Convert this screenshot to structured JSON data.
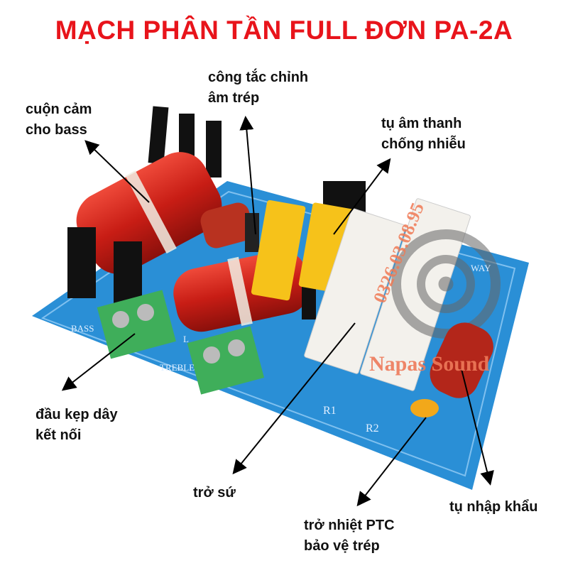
{
  "title": "MẠCH PHÂN TẦN FULL ĐƠN PA-2A",
  "labels": {
    "bass_coil": [
      "cuộn cảm",
      "cho bass"
    ],
    "treble_switch": [
      "công tắc chỉnh",
      "âm trép"
    ],
    "noise_cap": [
      "tụ âm thanh",
      "chống nhiễu"
    ],
    "terminals": [
      "đầu kẹp dây",
      "kết nối"
    ],
    "ceramic_resistor": [
      "trở sứ"
    ],
    "ptc": [
      "trở nhiệt PTC",
      "bảo vệ trép"
    ],
    "imported_cap": [
      "tụ nhập khẩu"
    ]
  },
  "board_silkscreen": {
    "bass": "BASS",
    "treble": "TREBLE",
    "r1": "R1",
    "r2": "R2",
    "way": "WAY",
    "l": "L"
  },
  "watermark": {
    "phone": "0326.03.08.95",
    "name": "Napas Sound"
  },
  "colors": {
    "title": "#e8141b",
    "board": "#2a8fd6",
    "coil": "#d2231b",
    "capacitor": "#f6c21a",
    "terminal": "#3fae5a"
  }
}
